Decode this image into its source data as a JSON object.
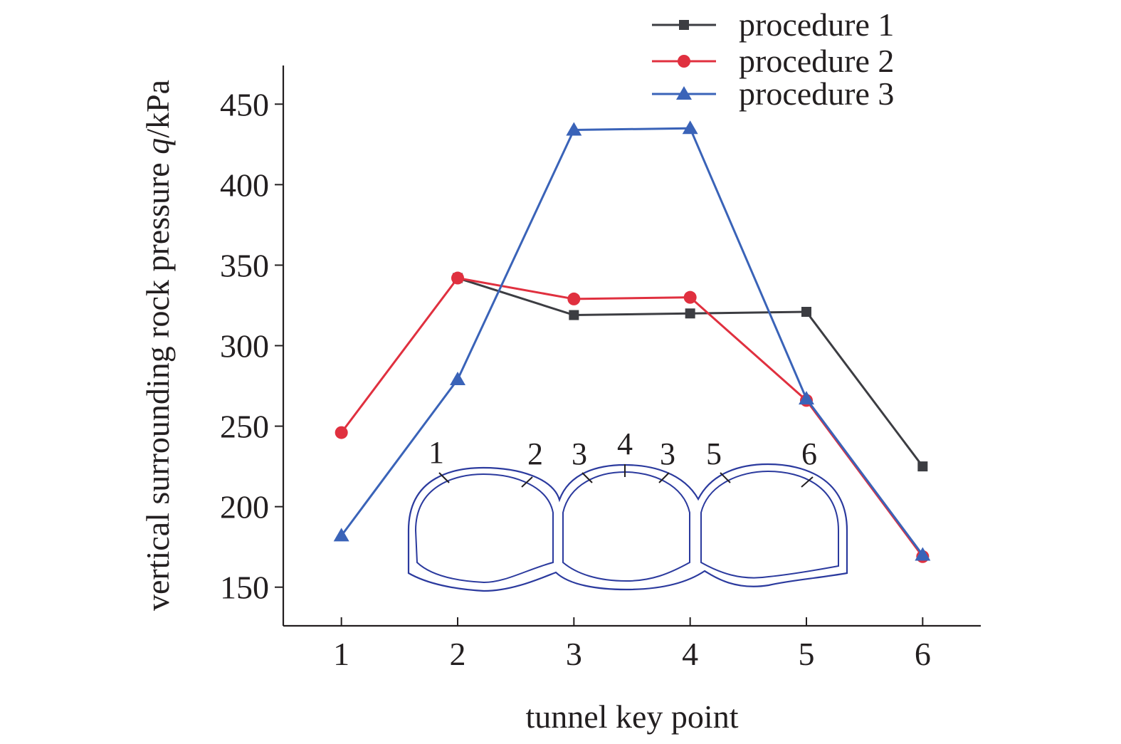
{
  "chart_data": {
    "type": "line",
    "xlabel": "tunnel key point",
    "ylabel_main": "vertical surrounding rock pressure ",
    "ylabel_symbol": "q",
    "ylabel_unit": "/kPa",
    "x": [
      1,
      2,
      3,
      4,
      5,
      6
    ],
    "xticks": [
      "1",
      "2",
      "3",
      "4",
      "5",
      "6"
    ],
    "xlim": [
      0.5,
      6.5
    ],
    "ylim": [
      126,
      474
    ],
    "yticks": [
      150,
      200,
      250,
      300,
      350,
      400,
      450
    ],
    "grid": false,
    "legend_position": "top-right",
    "series": [
      {
        "name": "procedure 1",
        "marker": "square",
        "color": "#3c3d42",
        "values": [
          null,
          342,
          319,
          320,
          321,
          225
        ]
      },
      {
        "name": "procedure 2",
        "marker": "circle",
        "color": "#e0303f",
        "values": [
          246,
          342,
          329,
          330,
          266,
          169
        ]
      },
      {
        "name": "procedure 3",
        "marker": "triangle",
        "color": "#3a63b8",
        "values": [
          182,
          279,
          434,
          435,
          267,
          170
        ]
      }
    ],
    "inset_diagram": {
      "description_color": "#2b3a9e",
      "point_labels": [
        "1",
        "2",
        "3",
        "4",
        "3",
        "5",
        "6"
      ]
    }
  }
}
